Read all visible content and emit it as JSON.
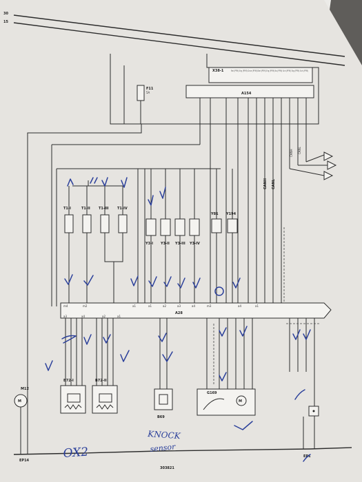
{
  "rails": {
    "top": "30",
    "second": "15"
  },
  "relay_panel": {
    "label": "X38-1",
    "pins": "Rel (PFM) Erg (PFM) Grrw (PFM) Biel (PFM) Erg (PFM) Ka (PFM) Sch (PFM) Erg (PFM) Sch (PFM)"
  },
  "fuse": {
    "label": "F11",
    "rating": "5A"
  },
  "connector_a154": {
    "label": "A154"
  },
  "ecu": {
    "label": "A28"
  },
  "injectors_left": [
    "T1-I",
    "T1-II",
    "T1-III",
    "T1-IV"
  ],
  "coils": [
    "Y3-I",
    "Y3-II",
    "Y3-III",
    "Y3-IV"
  ],
  "valves": [
    "Y81",
    "Y194"
  ],
  "components": {
    "motor": "M12",
    "lambda1": "B72-I",
    "lambda2": "B72-II",
    "knock_sensor": "B69",
    "throttle": "G169"
  },
  "bus": {
    "canh": "CANH",
    "canl": "CANL"
  },
  "grounds": {
    "left": "EP14",
    "right": "EP1"
  },
  "footer": {
    "drawing_no": "303821"
  },
  "handwriting": {
    "oxygen": "OX2",
    "knock": "KNOCK",
    "sensor": "sensor"
  }
}
